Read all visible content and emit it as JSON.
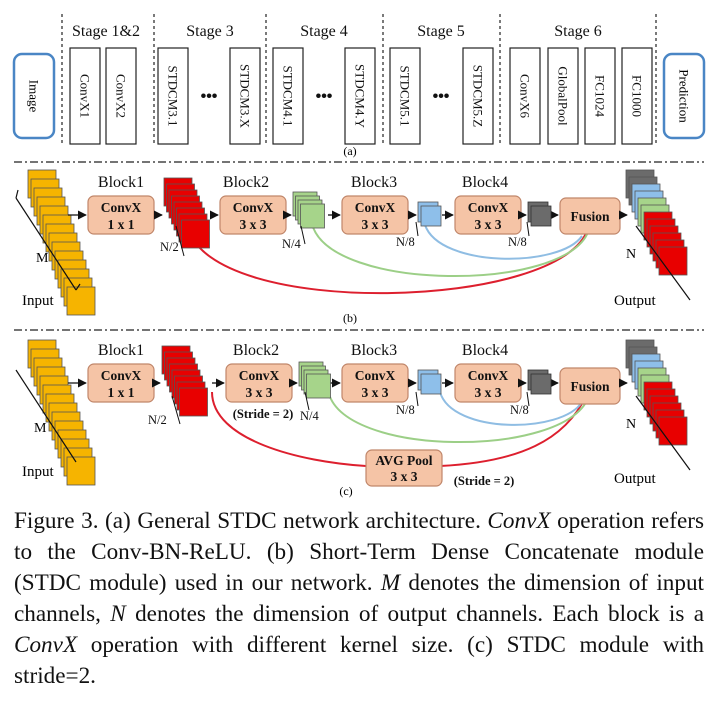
{
  "panel_a": {
    "stage_headers": [
      "Stage 1&2",
      "Stage 3",
      "Stage 4",
      "Stage 5",
      "Stage 6"
    ],
    "image_label": "Image",
    "prediction_label": "Prediction",
    "layers": [
      "ConvX1",
      "ConvX2",
      "STDCM3.1",
      "STDCM3.X",
      "STDCM4.1",
      "STDCM4.Y",
      "STDCM5.1",
      "STDCM5.Z",
      "ConvX6",
      "GlobalPool",
      "FC1024",
      "FC1000"
    ],
    "ellipsis": "•••",
    "tag": "(a)"
  },
  "panel_b": {
    "blocks": [
      "Block1",
      "Block2",
      "Block3",
      "Block4"
    ],
    "ops": [
      {
        "name": "ConvX",
        "kernel": "1 x 1"
      },
      {
        "name": "ConvX",
        "kernel": "3 x 3"
      },
      {
        "name": "ConvX",
        "kernel": "3 x 3"
      },
      {
        "name": "ConvX",
        "kernel": "3 x 3"
      }
    ],
    "fusion": "Fusion",
    "channels": [
      "N/2",
      "N/4",
      "N/8",
      "N/8"
    ],
    "m_label": "M",
    "n_label": "N",
    "input_label": "Input",
    "output_label": "Output",
    "tag": "(b)"
  },
  "panel_c": {
    "blocks": [
      "Block1",
      "Block2",
      "Block3",
      "Block4"
    ],
    "ops": [
      {
        "name": "ConvX",
        "kernel": "1 x 1"
      },
      {
        "name": "ConvX",
        "kernel": "3 x 3"
      },
      {
        "name": "ConvX",
        "kernel": "3 x 3"
      },
      {
        "name": "ConvX",
        "kernel": "3 x 3"
      }
    ],
    "stride_label": "(Stride = 2)",
    "pool": {
      "name": "AVG Pool",
      "kernel": "3 x 3"
    },
    "pool_stride": "(Stride = 2)",
    "fusion": "Fusion",
    "channels": [
      "N/2",
      "N/4",
      "N/8",
      "N/8"
    ],
    "m_label": "M",
    "n_label": "N",
    "input_label": "Input",
    "output_label": "Output",
    "tag": "(c)"
  },
  "caption": {
    "s1": "Figure 3.  (a) General STDC network architecture. ",
    "s2": "ConvX",
    "s3": " operation refers to the Conv-BN-ReLU. (b) Short-Term Dense Concatenate module (STDC module) used in our network. ",
    "s4": "M",
    "s5": " denotes the dimension of input channels, ",
    "s6": "N",
    "s7": " denotes the dimension of output channels. Each block is a ",
    "s8": "ConvX",
    "s9": " operation with different kernel size. (c) STDC module with stride=2."
  },
  "colors": {
    "orange": "#f6b400",
    "red": "#e80000",
    "green": "#a6d48a",
    "blue": "#8ebfea",
    "gray": "#6b6b6b",
    "box": "#f5c4a6",
    "box_border": "#c0866a",
    "image_border": "#4a86c5",
    "arc_red": "#dd1f2e",
    "arc_green": "#9ccf87",
    "arc_blue": "#8fbde3"
  }
}
